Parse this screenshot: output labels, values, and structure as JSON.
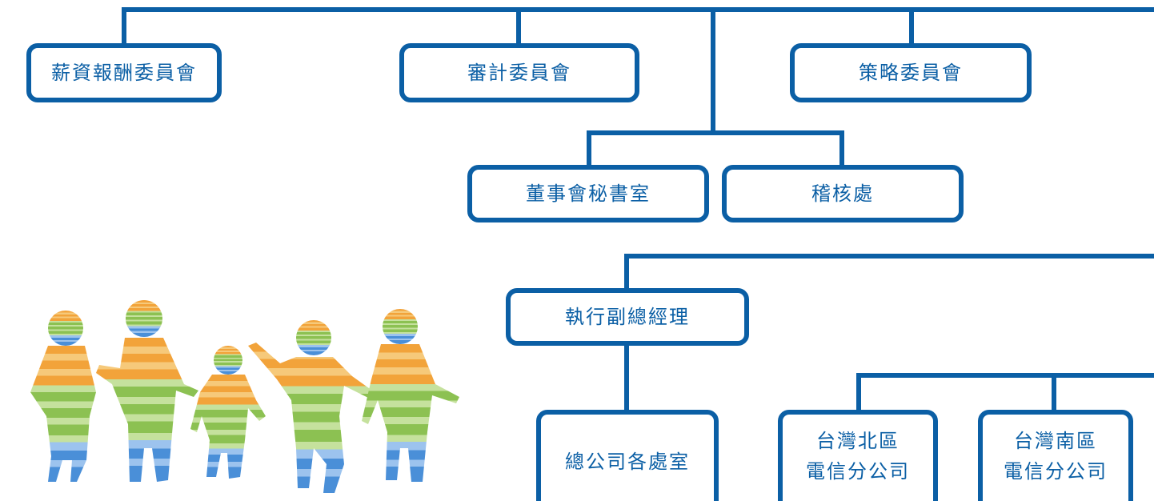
{
  "colors": {
    "line": "#0b5fa5",
    "text": "#0b5fa5",
    "stripes": [
      "#f2a33a",
      "#f6c97a",
      "#8cc152",
      "#c5e19d",
      "#4a8fd8",
      "#9cc3ee"
    ]
  },
  "decoration": {
    "icon": "children-silhouette-illustration"
  },
  "boxes": {
    "compensation": "薪資報酬委員會",
    "audit": "審計委員會",
    "strategy": "策略委員會",
    "board_secretary": "董事會秘書室",
    "auditing_office": "稽核處",
    "evp": "執行副總經理",
    "hq_departments": "總公司各處室",
    "north_line1": "台灣北區",
    "north_line2": "電信分公司",
    "south_line1": "台灣南區",
    "south_line2": "電信分公司"
  }
}
